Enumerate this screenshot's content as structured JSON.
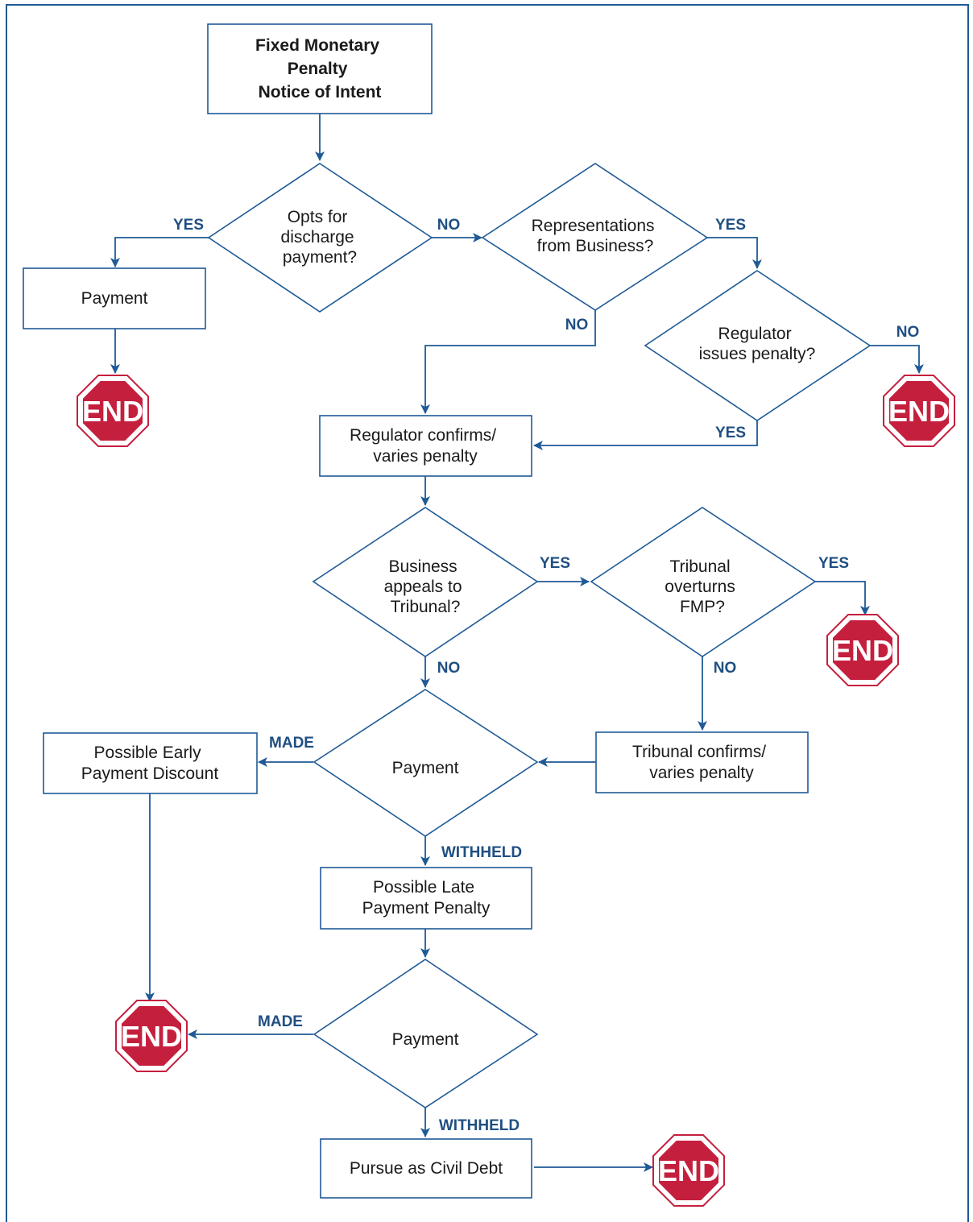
{
  "colors": {
    "line": "#1f5a96",
    "edge_label": "#1f4f82",
    "stop_sign": "#c51f3e",
    "text": "#1a1a1a"
  },
  "nodes": {
    "notice": [
      "Fixed Monetary",
      "Penalty",
      "Notice of Intent"
    ],
    "opts_discharge": [
      "Opts for",
      "discharge",
      "payment?"
    ],
    "payment_box": [
      "Payment"
    ],
    "representations": [
      "Representations",
      "from Business?"
    ],
    "regulator_issues": [
      "Regulator",
      "issues penalty?"
    ],
    "regulator_confirms": [
      "Regulator confirms/",
      "varies penalty"
    ],
    "business_appeals": [
      "Business",
      "appeals to",
      "Tribunal?"
    ],
    "tribunal_overturns": [
      "Tribunal",
      "overturns",
      "FMP?"
    ],
    "tribunal_confirms": [
      "Tribunal confirms/",
      "varies penalty"
    ],
    "payment_decision_1": [
      "Payment"
    ],
    "early_discount": [
      "Possible Early",
      "Payment Discount"
    ],
    "late_penalty": [
      "Possible Late",
      "Payment Penalty"
    ],
    "payment_decision_2": [
      "Payment"
    ],
    "civil_debt": [
      "Pursue as Civil Debt"
    ],
    "end_label": "END"
  },
  "edge_labels": {
    "opts_yes": "YES",
    "opts_no": "NO",
    "repr_yes": "YES",
    "repr_no": "NO",
    "reg_no": "NO",
    "reg_yes": "YES",
    "appeal_yes": "YES",
    "appeal_no": "NO",
    "overturn_yes": "YES",
    "overturn_no": "NO",
    "pay1_made": "MADE",
    "pay1_withheld": "WITHHELD",
    "pay2_made": "MADE",
    "pay2_withheld": "WITHHELD"
  }
}
